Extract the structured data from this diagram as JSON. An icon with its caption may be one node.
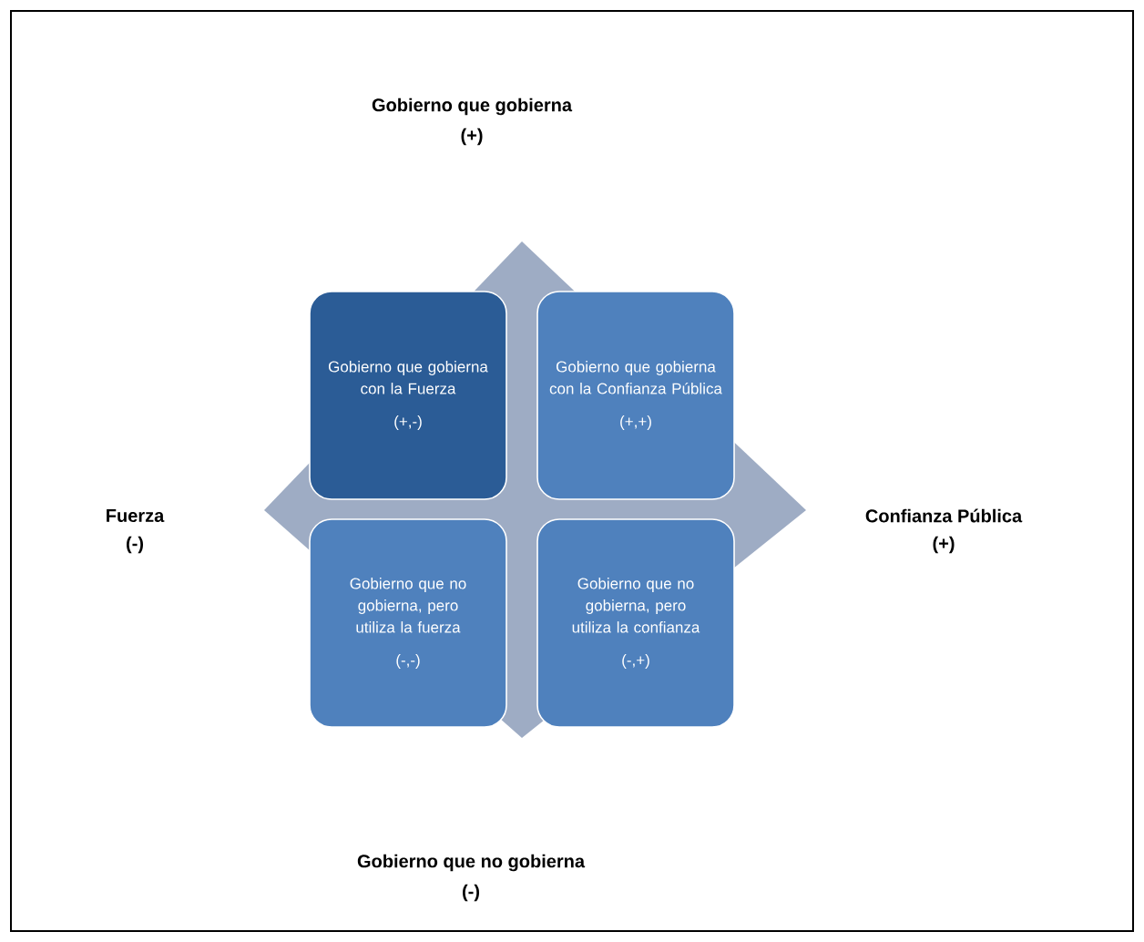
{
  "diagram": {
    "nodes": [
      {
        "text": [
          "Gobierno que gobierna con la Fuerza",
          "(+,-)"
        ]
      },
      {
        "text": [
          "Gobierno que gobierna con la Confianza Pública",
          "(+,+)"
        ]
      },
      {
        "text": [
          "Gobierno que no gobierna, pero utiliza la fuerza",
          "(-,-)"
        ]
      },
      {
        "text": [
          "Gobierno que no gobierna, pero utiliza la confianza",
          "(-,+)"
        ]
      }
    ],
    "labels": [
      "Gobierno que gobierna",
      "(+)",
      "Fuerza",
      "(-)",
      "Confianza Pública",
      "(+)",
      "Gobierno que no gobierna",
      "(-)"
    ]
  }
}
